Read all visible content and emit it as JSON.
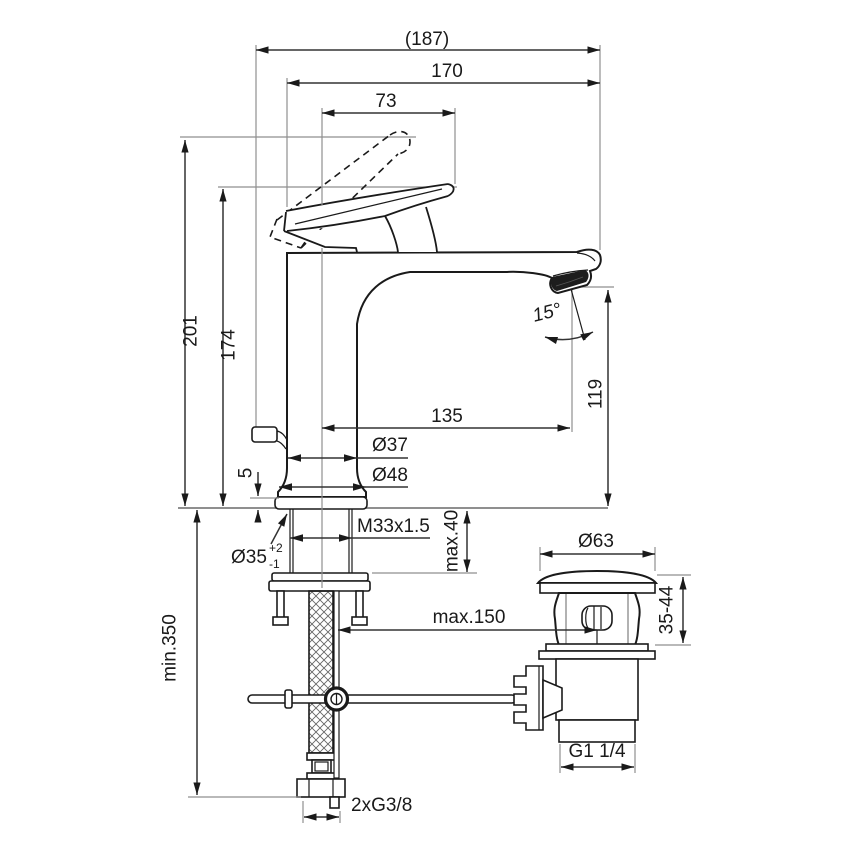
{
  "drawing": {
    "background": "#ffffff",
    "object_line_color": "#1a1a1a",
    "dimension_line_color": "#333333",
    "extension_line_color": "#8f8f8f",
    "labels": {
      "overall_depth": "(187)",
      "spout_reach_total": "170",
      "handle_projection": "73",
      "height_handle_open": "201",
      "height_handle_closed": "174",
      "spout_angle": "15°",
      "spout_reach": "135",
      "spout_outlet_height": "119",
      "body_diameter": "Ø37",
      "base_diameter": "Ø48",
      "body_thread": "M33x1.5",
      "max_deck_thickness": "max.40",
      "hole_diameter": "Ø35",
      "hole_tol_plus": "+2",
      "hole_tol_minus": "-1",
      "base_plate_height": "5",
      "min_hose_length": "min.350",
      "max_rod_reach": "max.150",
      "waste_flange_diameter": "Ø63",
      "waste_height_range": "35-44",
      "waste_thread": "G1 1/4",
      "supply_thread": "2xG3/8"
    }
  }
}
